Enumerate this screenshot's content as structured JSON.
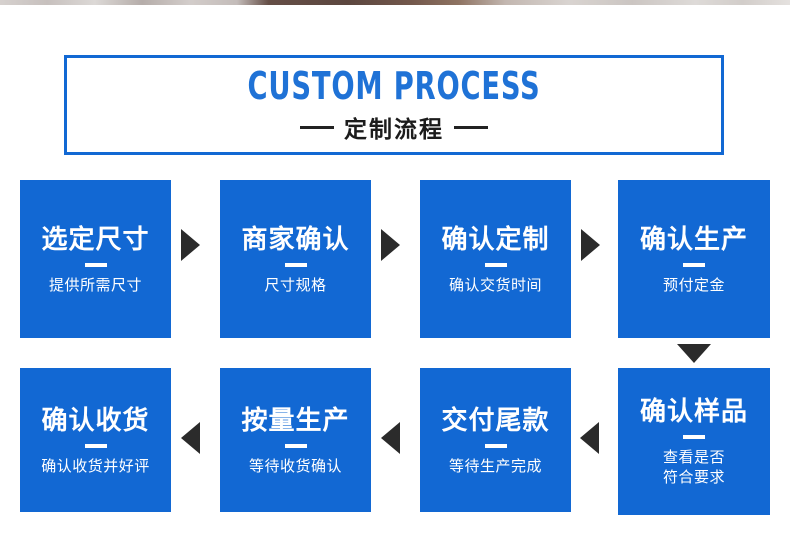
{
  "header": {
    "title_en": "CUSTOM PROCESS",
    "title_cn": "定制流程",
    "border_color": "#1268d3",
    "title_en_color": "#1f72d6",
    "title_cn_color": "#1c1c1c"
  },
  "theme": {
    "box_color": "#1268d3",
    "box_text_color": "#ffffff",
    "arrow_color": "#2b2b2b",
    "page_background": "#ffffff"
  },
  "steps": [
    {
      "title": "选定尺寸",
      "subtitle": "提供所需尺寸"
    },
    {
      "title": "商家确认",
      "subtitle": "尺寸规格"
    },
    {
      "title": "确认定制",
      "subtitle": "确认交货时间"
    },
    {
      "title": "确认生产",
      "subtitle": "预付定金"
    },
    {
      "title": "确认样品",
      "subtitle": "查看是否\n符合要求"
    },
    {
      "title": "交付尾款",
      "subtitle": "等待生产完成"
    },
    {
      "title": "按量生产",
      "subtitle": "等待收货确认"
    },
    {
      "title": "确认收货",
      "subtitle": "确认收货并好评"
    }
  ],
  "arrows": [
    {
      "name": "arrow-step1-to-step2",
      "direction": "right"
    },
    {
      "name": "arrow-step2-to-step3",
      "direction": "right"
    },
    {
      "name": "arrow-step3-to-step4",
      "direction": "right"
    },
    {
      "name": "arrow-step4-to-step5",
      "direction": "down"
    },
    {
      "name": "arrow-step5-to-step6",
      "direction": "left"
    },
    {
      "name": "arrow-step6-to-step7",
      "direction": "left"
    },
    {
      "name": "arrow-step7-to-step8",
      "direction": "left"
    }
  ]
}
